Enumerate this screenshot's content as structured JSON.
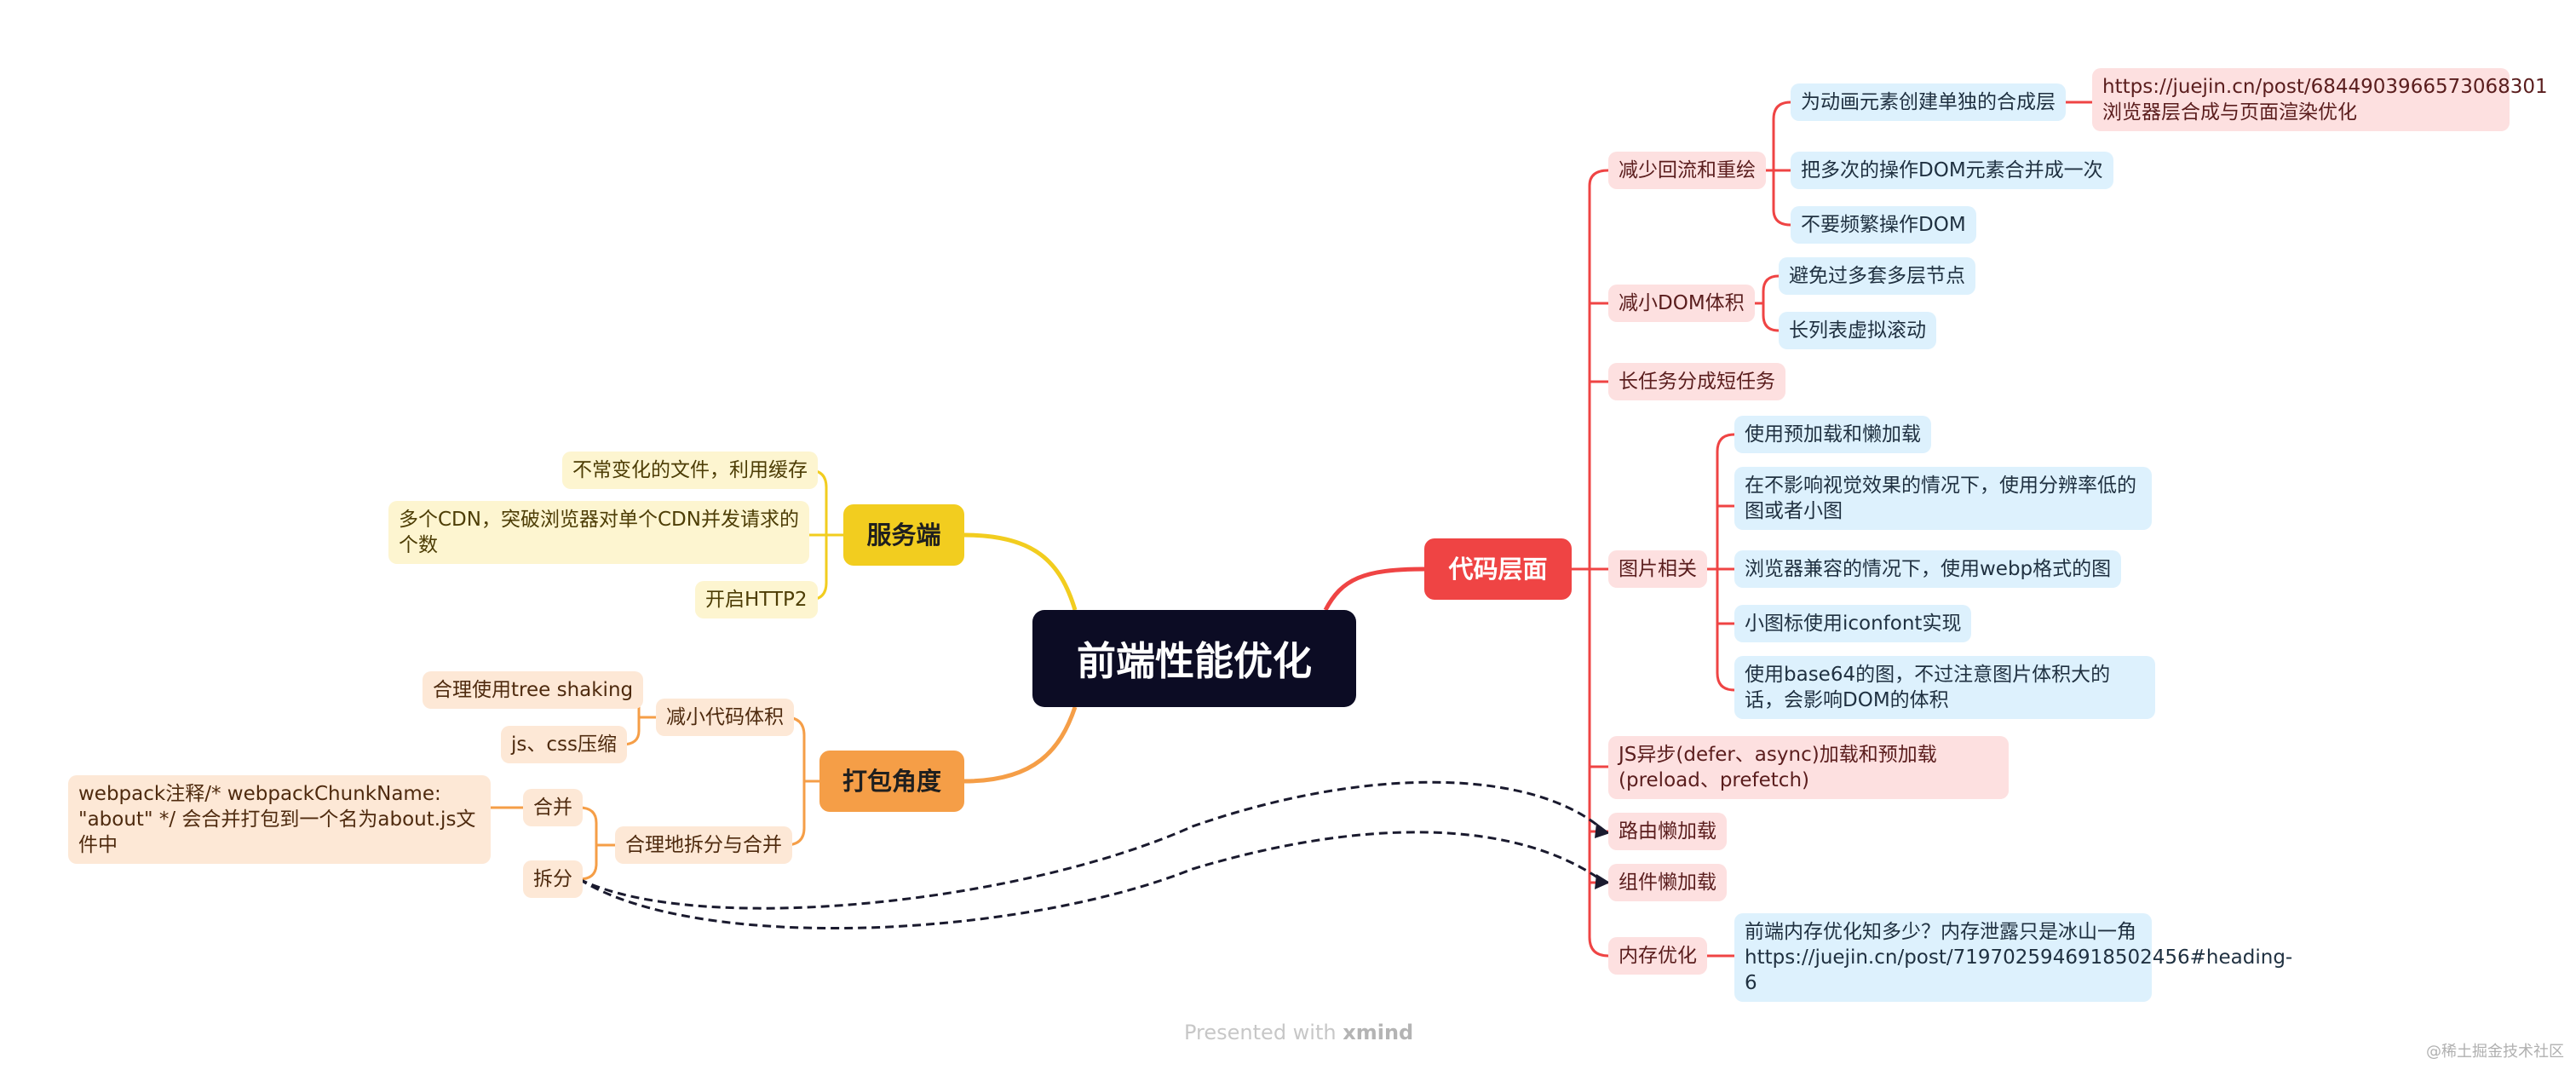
{
  "root": {
    "label": "前端性能优化"
  },
  "branches": {
    "code": {
      "label": "代码层面",
      "color": "#ef4444",
      "reflow": {
        "label": "减少回流和重绘",
        "layer": "为动画元素创建单独的合成层",
        "link": "https://juejin.cn/post/6844903966573068301  浏览器层合成与页面渲染优化",
        "merge": "把多次的操作DOM元素合并成一次",
        "avoid": "不要频繁操作DOM"
      },
      "domsize": {
        "label": "减小DOM体积",
        "nest": "避免过多套多层节点",
        "virtual": "长列表虚拟滚动"
      },
      "longtask": {
        "label": "长任务分成短任务"
      },
      "images": {
        "label": "图片相关",
        "items": [
          "使用预加载和懒加载",
          "在不影响视觉效果的情况下，使用分辨率低的图或者小图",
          "浏览器兼容的情况下，使用webp格式的图",
          "小图标使用iconfont实现",
          "使用base64的图，不过注意图片体积大的话，会影响DOM的体积"
        ]
      },
      "jsasync": {
        "label": "JS异步(defer、async)加载和预加载(preload、prefetch)"
      },
      "routelazy": {
        "label": "路由懒加载"
      },
      "complazy": {
        "label": "组件懒加载"
      },
      "memory": {
        "label": "内存优化",
        "article": "前端内存优化知多少？内存泄露只是冰山一角 https://juejin.cn/post/7197025946918502456#heading-6"
      }
    },
    "server": {
      "label": "服务端",
      "color": "#f2cd1f",
      "items": [
        "不常变化的文件，利用缓存",
        "多个CDN，突破浏览器对单个CDN并发请求的个数",
        "开启HTTP2"
      ]
    },
    "bundle": {
      "label": "打包角度",
      "color": "#f59e47",
      "reduce": {
        "label": "减小代码体积",
        "tree": "合理使用tree shaking",
        "minify": "js、css压缩"
      },
      "split": {
        "label": "合理地拆分与合并",
        "merge": "合并",
        "merge_note": "webpack注释/* webpackChunkName: \"about\" */ 会合并打包到一个名为about.js文件中",
        "split": "拆分"
      }
    }
  },
  "footer": {
    "prefix": "Presented with ",
    "brand": "xmind"
  },
  "watermark": "@稀土掘金技术社区"
}
